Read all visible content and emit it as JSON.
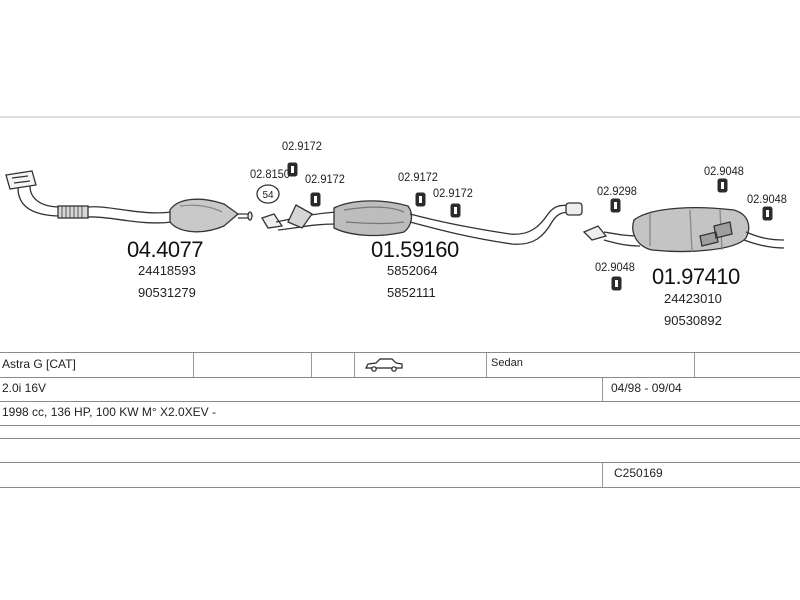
{
  "parts": [
    {
      "code": "04.4077",
      "oem": [
        "24418593",
        "90531279"
      ]
    },
    {
      "code": "01.59160",
      "oem": [
        "5852064",
        "5852111"
      ]
    },
    {
      "code": "01.97410",
      "oem": [
        "24423010",
        "90530892"
      ]
    }
  ],
  "clips": [
    "02.9172",
    "02.8150",
    "02.9172",
    "02.9172",
    "02.9172",
    "02.9298",
    "02.9048",
    "02.9048",
    "02.9048"
  ],
  "gasket_label": "54",
  "table": {
    "model": "Astra G  [CAT]",
    "body": "Sedan",
    "engine": "2.0i 16V",
    "years": "04/98 - 09/04",
    "spec": "1998 cc, 136 HP, 100 KW M° X2.0XEV -",
    "ref": "C250169"
  },
  "icons": {
    "car": "sedan-car-icon",
    "gasket": "gasket-icon",
    "hanger": "rubber-hanger-icon"
  }
}
